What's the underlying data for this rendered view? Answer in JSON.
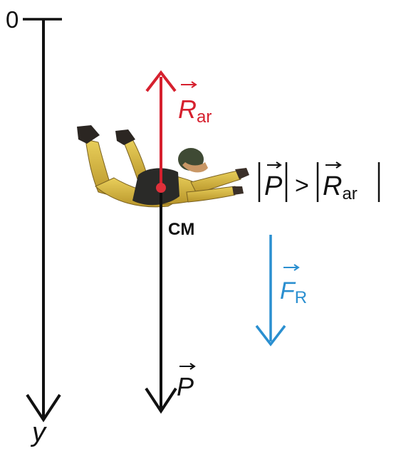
{
  "axis": {
    "origin_label": "0",
    "axis_label": "y"
  },
  "forces": {
    "air_resistance": {
      "symbol": "R",
      "subscript": "ar",
      "color": "#d6202e"
    },
    "weight": {
      "symbol": "P",
      "subscript": "",
      "color": "#111111"
    },
    "resultant": {
      "symbol": "F",
      "subscript": "R",
      "color": "#2a8fd0"
    }
  },
  "center_of_mass": {
    "label": "CM",
    "color": "#e0303a"
  },
  "inequality": {
    "left_symbol": "P",
    "relation": ">",
    "right_symbol": "R",
    "right_subscript": "ar"
  },
  "figure": {
    "subject": "skydiver-in-freefall",
    "suit_color": "#d8b63a",
    "boots_color": "#2b2622",
    "helmet_color": "#3f4a34",
    "pack_color": "#2a2a28"
  }
}
